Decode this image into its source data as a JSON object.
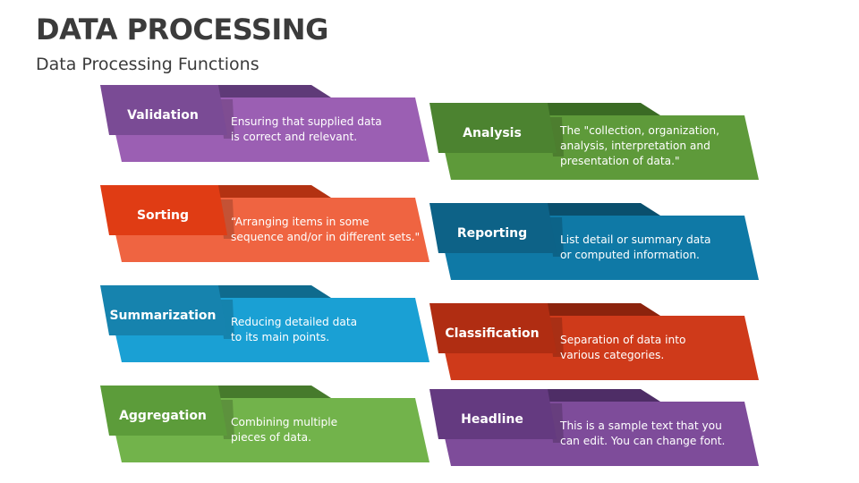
{
  "header": {
    "title": "DATA PROCESSING",
    "subtitle": "Data Processing Functions"
  },
  "cards": [
    {
      "label": "Validation",
      "lines": [
        "Ensuring that supplied data",
        "is correct and relevant."
      ],
      "colors": {
        "main": "#9b5fb3",
        "tab": "#7a4b95",
        "back": "#5f3a78"
      }
    },
    {
      "label": "Sorting",
      "lines": [
        "“Arranging items in some",
        "sequence and/or in different sets.\""
      ],
      "colors": {
        "main": "#ef6441",
        "tab": "#e03c14",
        "back": "#b33212"
      }
    },
    {
      "label": "Summarization",
      "lines": [
        "Reducing detailed data",
        "to its main points."
      ],
      "colors": {
        "main": "#1aa0d4",
        "tab": "#1683ae",
        "back": "#0f6b8e"
      }
    },
    {
      "label": "Aggregation",
      "lines": [
        "Combining multiple",
        "pieces of data."
      ],
      "colors": {
        "main": "#72b34b",
        "tab": "#5c9c3a",
        "back": "#467a2c"
      }
    },
    {
      "label": "Analysis",
      "lines": [
        "The \"collection, organization,",
        "analysis, interpretation and",
        "presentation of data.\""
      ],
      "colors": {
        "main": "#5e9a3a",
        "tab": "#4c8330",
        "back": "#3a6b24"
      }
    },
    {
      "label": "Reporting",
      "lines": [
        "List detail or summary data",
        "or computed information."
      ],
      "colors": {
        "main": "#0f79a6",
        "tab": "#0d6287",
        "back": "#0a4f6d"
      }
    },
    {
      "label": "Classification",
      "lines": [
        "Separation of data into",
        "various categories."
      ],
      "colors": {
        "main": "#cf3a1a",
        "tab": "#b02d12",
        "back": "#8c230d"
      }
    },
    {
      "label": "Headline",
      "lines": [
        "This is a sample text that you",
        "can edit. You can change font."
      ],
      "colors": {
        "main": "#7e4c9a",
        "tab": "#643a80",
        "back": "#4e2d66"
      }
    }
  ]
}
